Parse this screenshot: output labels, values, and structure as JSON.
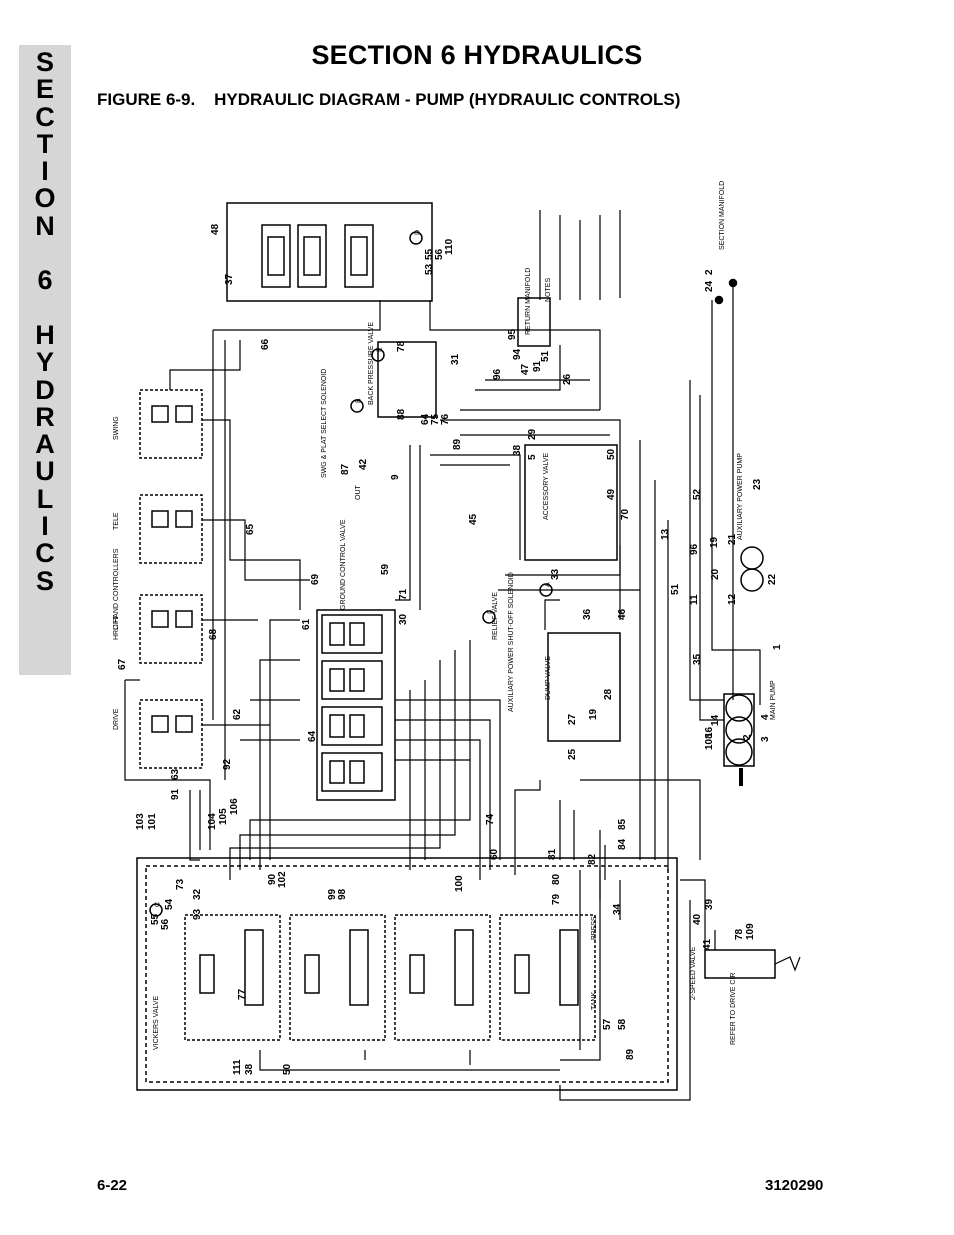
{
  "sidebar": {
    "letters": [
      "S",
      "E",
      "C",
      "T",
      "I",
      "O",
      "N",
      " ",
      "6",
      " ",
      "H",
      "Y",
      "D",
      "R",
      "A",
      "U",
      "L",
      "I",
      "C",
      "S"
    ]
  },
  "page": {
    "title": "SECTION 6  HYDRAULICS",
    "figure_caption": "FIGURE 6-9.    HYDRAULIC DIAGRAM - PUMP (HYDRAULIC CONTROLS)",
    "page_number": "6-22",
    "doc_number": "3120290"
  },
  "diagram": {
    "component_labels": [
      "HRC HAND CONTROLLERS",
      "SWING",
      "TELE",
      "LIFT",
      "DRIVE",
      "GROUND CONTROL VALVE",
      "VICKERS VALVE",
      "MAIN PUMP",
      "AUXILIARY POWER PUMP",
      "SECTION MANIFOLD",
      "2-SPEED VALVE",
      "DUMP VALVE",
      "ACCESSORY VALVE",
      "RETURN MANIFOLD",
      "BACK PRESSURE VALVE",
      "AUXILIARY POWER SHUT-OFF SOLENOID",
      "RELIEF VALVE",
      "SWG & PLAT SELECT SOLENOID",
      "REFER TO DRIVE CIR",
      "PRESS",
      "TANK",
      "OUT",
      "NOTES"
    ],
    "number_labels": [
      "48",
      "37",
      "53",
      "55",
      "56",
      "110",
      "95",
      "94",
      "96",
      "47",
      "91",
      "51",
      "26",
      "1",
      "24",
      "2",
      "66",
      "78",
      "31",
      "88",
      "64",
      "75",
      "76",
      "29",
      "5",
      "38",
      "50",
      "49",
      "70",
      "52",
      "23",
      "89",
      "45",
      "33",
      "13",
      "96",
      "19",
      "21",
      "51",
      "11",
      "20",
      "12",
      "22",
      "36",
      "46",
      "35",
      "14",
      "4",
      "3",
      "2",
      "108",
      "16",
      "65",
      "69",
      "61",
      "59",
      "71",
      "30",
      "62",
      "92",
      "63",
      "64",
      "67",
      "68",
      "91",
      "103",
      "101",
      "104",
      "105",
      "106",
      "74",
      "60",
      "81",
      "82",
      "84",
      "85",
      "79",
      "80",
      "39",
      "40",
      "41",
      "78",
      "109",
      "34",
      "57",
      "58",
      "89",
      "111",
      "38",
      "50",
      "90",
      "102",
      "99",
      "98",
      "100",
      "73",
      "32",
      "93",
      "54",
      "55",
      "56",
      "77",
      "25",
      "27",
      "28",
      "19",
      "87",
      "42",
      "9"
    ],
    "circled_markers": [
      "D",
      "E",
      "B",
      "A",
      "F",
      "C"
    ]
  }
}
